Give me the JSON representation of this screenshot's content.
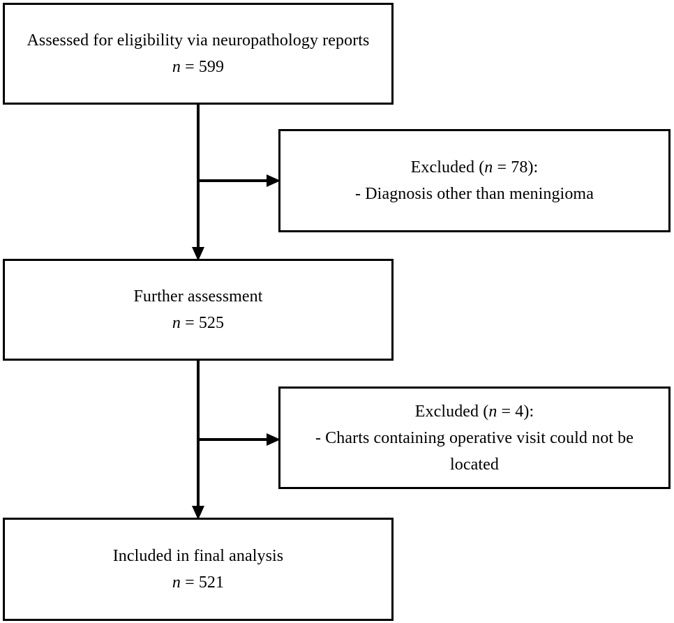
{
  "diagram": {
    "type": "flowchart",
    "title": "Study participant selection flow diagram",
    "background_color": "#ffffff",
    "line_color": "#000000",
    "text_color": "#000000"
  },
  "boxes": {
    "assessed": {
      "line1": "Assessed for eligibility via neuropathology reports",
      "line2_label": "n",
      "line2_eq": " = ",
      "line2_value": "599"
    },
    "excluded_1": {
      "line1_pre": "Excluded (",
      "line1_label": "n",
      "line1_eq": " = ",
      "line1_value": "78",
      "line1_post": "):",
      "line2": "- Diagnosis other than meningioma"
    },
    "further": {
      "line1": "Further assessment",
      "line2_label": "n",
      "line2_eq": " = ",
      "line2_value": "525"
    },
    "excluded_2": {
      "line1_pre": "Excluded (",
      "line1_label": "n",
      "line1_eq": " = ",
      "line1_value": "4",
      "line1_post": "):",
      "line2": "- Charts containing operative visit could not be located"
    },
    "included": {
      "line1": "Included in final analysis",
      "line2_label": "n",
      "line2_eq": " = ",
      "line2_value": "521"
    }
  },
  "connectors": [
    {
      "name": "assessed-to-further",
      "from": "assessed",
      "to": "further",
      "direction": "down",
      "arrowhead": true
    },
    {
      "name": "assessed-to-excluded-1",
      "from": "assessed",
      "to": "excluded_1",
      "direction": "right",
      "arrowhead": true
    },
    {
      "name": "further-to-included",
      "from": "further",
      "to": "included",
      "direction": "down",
      "arrowhead": true
    },
    {
      "name": "further-to-excluded-2",
      "from": "further",
      "to": "excluded_2",
      "direction": "right",
      "arrowhead": true
    }
  ]
}
